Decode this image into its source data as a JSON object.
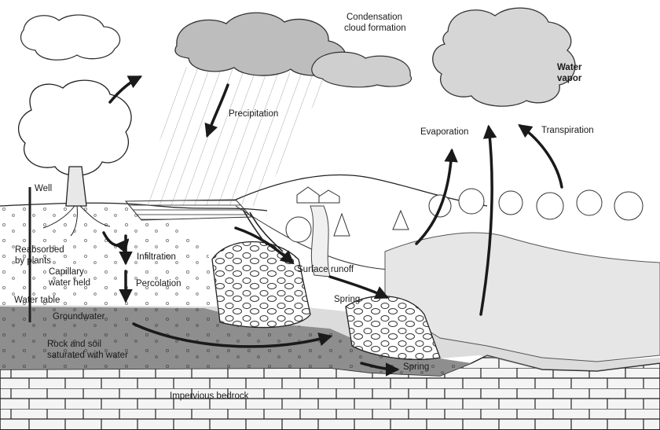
{
  "labels": {
    "condensation": "Condensation",
    "cloud_formation": "cloud formation",
    "water": "Water",
    "vapor": "vapor",
    "precipitation": "Precipitation",
    "evaporation": "Evaporation",
    "transpiration": "Transpiration",
    "well": "Well",
    "reabsorbed": "Reabsorbed",
    "by_plants": "by plants",
    "infiltration": "Infiltration",
    "capillary": "Capillary",
    "water_held": "water held",
    "percolation": "Percolation",
    "water_table": "Water table",
    "groundwater": "Groundwater",
    "rock_and_soil": "Rock and soil",
    "saturated": "saturated with water",
    "surface_runoff": "Surface runoff",
    "spring_upper": "Spring",
    "spring_lower": "Spring",
    "bedrock": "Impervious bedrock"
  },
  "colors": {
    "ink": "#1a1a1a",
    "groundwater_band": "#8e8e8e",
    "bedrock_fill": "#f4f4f4",
    "lake": "#e6e6e6",
    "field": "#dcdcdc"
  }
}
